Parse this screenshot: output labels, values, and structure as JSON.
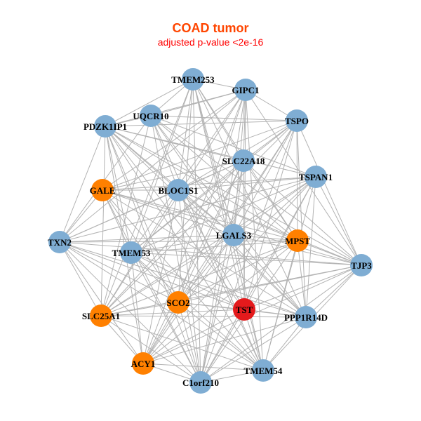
{
  "title": "COAD tumor",
  "subtitle": "adjusted p-value <2e-16",
  "colors": {
    "blue": "#7fadd3",
    "orange": "#ff8000",
    "red": "#e41a1c",
    "edge": "#b3b3b3"
  },
  "nodes": [
    {
      "name": "TMEM253",
      "color": "blue"
    },
    {
      "name": "GIPC1",
      "color": "blue"
    },
    {
      "name": "UQCR10",
      "color": "blue"
    },
    {
      "name": "PDZK1IP1",
      "color": "blue"
    },
    {
      "name": "TSPO",
      "color": "blue"
    },
    {
      "name": "SLC22A18",
      "color": "blue"
    },
    {
      "name": "TSPAN1",
      "color": "blue"
    },
    {
      "name": "GALE",
      "color": "orange"
    },
    {
      "name": "BLOC1S1",
      "color": "blue"
    },
    {
      "name": "TXN2",
      "color": "blue"
    },
    {
      "name": "LGALS3",
      "color": "blue"
    },
    {
      "name": "MPST",
      "color": "orange"
    },
    {
      "name": "TMEM53",
      "color": "blue"
    },
    {
      "name": "TJP3",
      "color": "blue"
    },
    {
      "name": "SCO2",
      "color": "orange"
    },
    {
      "name": "TST",
      "color": "red"
    },
    {
      "name": "SLC25A1",
      "color": "orange"
    },
    {
      "name": "PPP1R14D",
      "color": "blue"
    },
    {
      "name": "ACY1",
      "color": "orange"
    },
    {
      "name": "TMEM54",
      "color": "blue"
    },
    {
      "name": "C1orf210",
      "color": "blue"
    }
  ],
  "edges": [
    [
      0,
      1
    ],
    [
      0,
      2
    ],
    [
      0,
      3
    ],
    [
      0,
      5
    ],
    [
      0,
      8
    ],
    [
      0,
      10
    ],
    [
      0,
      12
    ],
    [
      0,
      14
    ],
    [
      0,
      15
    ],
    [
      0,
      17
    ],
    [
      0,
      19
    ],
    [
      0,
      20
    ],
    [
      0,
      11
    ],
    [
      0,
      16
    ],
    [
      1,
      2
    ],
    [
      1,
      3
    ],
    [
      1,
      4
    ],
    [
      1,
      5
    ],
    [
      1,
      7
    ],
    [
      1,
      9
    ],
    [
      1,
      10
    ],
    [
      1,
      12
    ],
    [
      1,
      14
    ],
    [
      1,
      15
    ],
    [
      1,
      16
    ],
    [
      1,
      18
    ],
    [
      1,
      19
    ],
    [
      1,
      20
    ],
    [
      1,
      13
    ],
    [
      2,
      3
    ],
    [
      2,
      4
    ],
    [
      2,
      6
    ],
    [
      2,
      8
    ],
    [
      2,
      10
    ],
    [
      2,
      11
    ],
    [
      2,
      13
    ],
    [
      2,
      17
    ],
    [
      2,
      19
    ],
    [
      2,
      20
    ],
    [
      2,
      9
    ],
    [
      2,
      16
    ],
    [
      3,
      4
    ],
    [
      3,
      5
    ],
    [
      3,
      6
    ],
    [
      3,
      8
    ],
    [
      3,
      10
    ],
    [
      3,
      11
    ],
    [
      3,
      12
    ],
    [
      3,
      13
    ],
    [
      3,
      14
    ],
    [
      3,
      15
    ],
    [
      3,
      17
    ],
    [
      3,
      18
    ],
    [
      3,
      19
    ],
    [
      3,
      20
    ],
    [
      3,
      9
    ],
    [
      3,
      16
    ],
    [
      4,
      5
    ],
    [
      4,
      7
    ],
    [
      4,
      8
    ],
    [
      4,
      10
    ],
    [
      4,
      11
    ],
    [
      4,
      12
    ],
    [
      4,
      14
    ],
    [
      4,
      15
    ],
    [
      4,
      17
    ],
    [
      4,
      18
    ],
    [
      4,
      20
    ],
    [
      4,
      13
    ],
    [
      4,
      16
    ],
    [
      5,
      7
    ],
    [
      5,
      8
    ],
    [
      5,
      9
    ],
    [
      5,
      10
    ],
    [
      5,
      11
    ],
    [
      5,
      12
    ],
    [
      5,
      14
    ],
    [
      5,
      15
    ],
    [
      5,
      16
    ],
    [
      5,
      18
    ],
    [
      5,
      20
    ],
    [
      5,
      13
    ],
    [
      6,
      7
    ],
    [
      6,
      8
    ],
    [
      6,
      9
    ],
    [
      6,
      10
    ],
    [
      6,
      12
    ],
    [
      6,
      14
    ],
    [
      6,
      15
    ],
    [
      6,
      16
    ],
    [
      6,
      17
    ],
    [
      6,
      18
    ],
    [
      6,
      19
    ],
    [
      6,
      20
    ],
    [
      6,
      13
    ],
    [
      7,
      8
    ],
    [
      7,
      9
    ],
    [
      7,
      10
    ],
    [
      7,
      11
    ],
    [
      7,
      13
    ],
    [
      7,
      14
    ],
    [
      7,
      17
    ],
    [
      7,
      19
    ],
    [
      7,
      20
    ],
    [
      7,
      12
    ],
    [
      8,
      9
    ],
    [
      8,
      10
    ],
    [
      8,
      11
    ],
    [
      8,
      13
    ],
    [
      8,
      15
    ],
    [
      8,
      16
    ],
    [
      8,
      17
    ],
    [
      8,
      18
    ],
    [
      8,
      19
    ],
    [
      8,
      20
    ],
    [
      9,
      10
    ],
    [
      9,
      11
    ],
    [
      9,
      13
    ],
    [
      9,
      14
    ],
    [
      9,
      15
    ],
    [
      9,
      17
    ],
    [
      9,
      18
    ],
    [
      9,
      19
    ],
    [
      9,
      20
    ],
    [
      9,
      16
    ],
    [
      10,
      11
    ],
    [
      10,
      12
    ],
    [
      10,
      13
    ],
    [
      10,
      14
    ],
    [
      10,
      16
    ],
    [
      10,
      17
    ],
    [
      10,
      18
    ],
    [
      10,
      19
    ],
    [
      10,
      20
    ],
    [
      11,
      12
    ],
    [
      11,
      13
    ],
    [
      11,
      14
    ],
    [
      11,
      16
    ],
    [
      11,
      17
    ],
    [
      11,
      18
    ],
    [
      11,
      19
    ],
    [
      11,
      20
    ],
    [
      12,
      13
    ],
    [
      12,
      14
    ],
    [
      12,
      15
    ],
    [
      12,
      17
    ],
    [
      12,
      19
    ],
    [
      12,
      20
    ],
    [
      12,
      18
    ],
    [
      13,
      14
    ],
    [
      13,
      15
    ],
    [
      13,
      16
    ],
    [
      13,
      18
    ],
    [
      13,
      19
    ],
    [
      13,
      20
    ],
    [
      13,
      17
    ],
    [
      14,
      15
    ],
    [
      14,
      16
    ],
    [
      14,
      17
    ],
    [
      14,
      18
    ],
    [
      14,
      19
    ],
    [
      14,
      20
    ],
    [
      15,
      16
    ],
    [
      15,
      18
    ],
    [
      15,
      19
    ],
    [
      15,
      20
    ],
    [
      15,
      17
    ],
    [
      16,
      17
    ],
    [
      16,
      18
    ],
    [
      16,
      19
    ],
    [
      16,
      20
    ],
    [
      17,
      18
    ],
    [
      17,
      19
    ],
    [
      17,
      20
    ],
    [
      18,
      19
    ],
    [
      18,
      20
    ],
    [
      19,
      20
    ]
  ]
}
